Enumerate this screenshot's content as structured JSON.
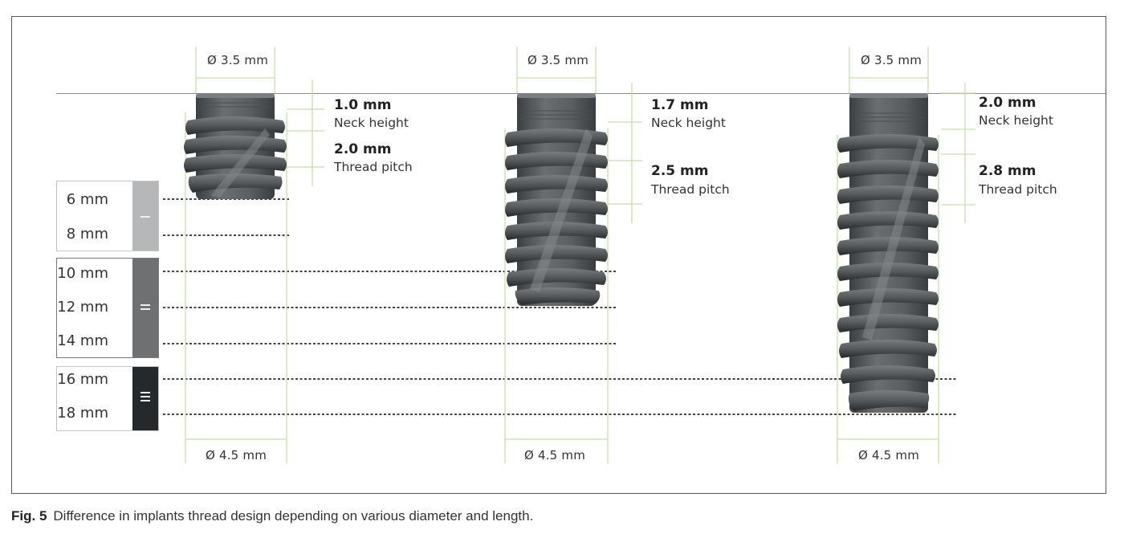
{
  "figure": {
    "caption_label": "Fig. 5",
    "caption_text": "Difference in implants thread design depending on various diameter and length."
  },
  "length_groups": [
    {
      "id": "short",
      "lengths": [
        "6 mm",
        "8 mm"
      ],
      "bar_color": "#b5b7b8",
      "marks": 1
    },
    {
      "id": "medium",
      "lengths": [
        "10 mm",
        "12 mm",
        "14 mm"
      ],
      "bar_color": "#6f7072",
      "marks": 2
    },
    {
      "id": "long",
      "lengths": [
        "16 mm",
        "18 mm"
      ],
      "bar_color": "#26292b",
      "marks": 3
    }
  ],
  "implants": [
    {
      "top_diameter": "Ø 3.5 mm",
      "bottom_diameter": "Ø 4.5 mm",
      "neck_height_value": "1.0 mm",
      "neck_height_label": "Neck height",
      "thread_pitch_value": "2.0 mm",
      "thread_pitch_label": "Thread pitch"
    },
    {
      "top_diameter": "Ø 3.5 mm",
      "bottom_diameter": "Ø 4.5 mm",
      "neck_height_value": "1.7 mm",
      "neck_height_label": "Neck height",
      "thread_pitch_value": "2.5 mm",
      "thread_pitch_label": "Thread pitch"
    },
    {
      "top_diameter": "Ø 3.5 mm",
      "bottom_diameter": "Ø 4.5 mm",
      "neck_height_value": "2.0 mm",
      "neck_height_label": "Neck height",
      "thread_pitch_value": "2.8 mm",
      "thread_pitch_label": "Thread pitch"
    }
  ],
  "colors": {
    "dimension_line": "#c9e0a5",
    "implant_body": "#5f6264",
    "implant_dark": "#2e3133",
    "frame": "#555555"
  }
}
